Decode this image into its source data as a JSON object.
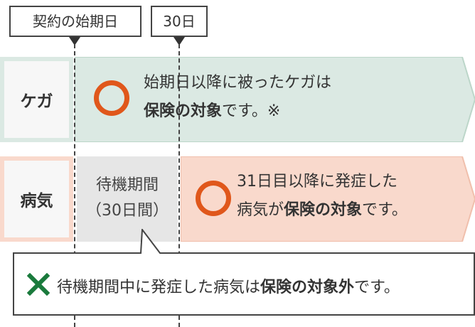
{
  "timeline": {
    "start_label": "契約の始期日",
    "day30_label": "30日"
  },
  "injury_row": {
    "label": "ケガ",
    "message_line1": "始期日以降に被ったケガは",
    "message_line2_bold": "保険の対象",
    "message_line2_rest": "です。※"
  },
  "illness_row": {
    "label": "病気",
    "waiting_line1": "待機期間",
    "waiting_line2": "（30日間）",
    "message_line1": "31日目以降に発症した",
    "message_line2_prefix": "病気が",
    "message_line2_bold": "保険の対象",
    "message_line2_rest": "です。"
  },
  "note": {
    "prefix": "待機期間中に発症した病気は",
    "bold": "保険の対象外",
    "suffix": "です。"
  },
  "colors": {
    "injury_fill": "#dbe9e3",
    "injury_header": "#f7f7f7",
    "injury_border": "#cfe3d9",
    "illness_fill": "#f9d9cc",
    "illness_header": "#f7f7f7",
    "illness_border": "#f5c9b8",
    "waiting_fill": "#e6e6e6",
    "circle": "#e0571b",
    "cross": "#1a7a3c"
  }
}
